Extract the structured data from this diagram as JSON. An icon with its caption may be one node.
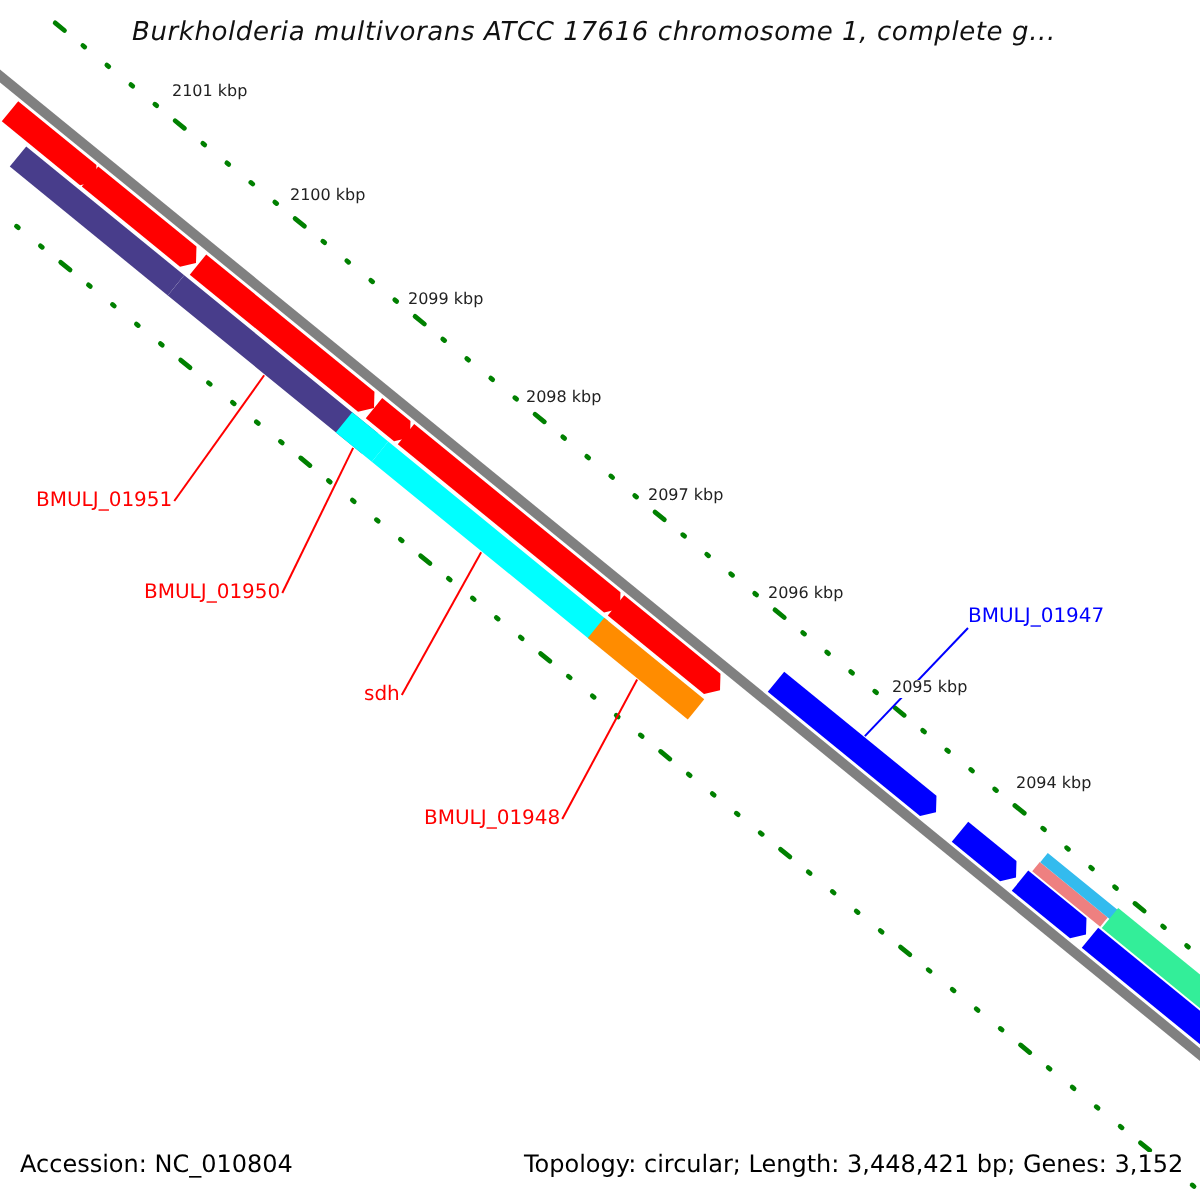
{
  "diagram": {
    "title": "Burkholderia multivorans ATCC 17616 chromosome 1, complete g...",
    "nodes": [
      {
        "text": [
          "BMULJ_01951"
        ]
      },
      {
        "text": [
          "BMULJ_01950"
        ]
      },
      {
        "text": [
          "sdh"
        ]
      },
      {
        "text": [
          "BMULJ_01948"
        ]
      },
      {
        "text": [
          "BMULJ_01947"
        ]
      },
      {
        "text": [],
        "shape": "bar"
      },
      {
        "text": [],
        "shape": "arrow"
      },
      {
        "text": [],
        "shape": "arrow"
      },
      {
        "text": [],
        "shape": "bar"
      },
      {
        "text": [],
        "shape": "arrow"
      },
      {
        "text": [],
        "shape": "bar"
      },
      {
        "text": [],
        "shape": "arrow"
      },
      {
        "text": [],
        "shape": "bar"
      },
      {
        "text": [],
        "shape": "arrow"
      },
      {
        "text": [],
        "shape": "bar"
      },
      {
        "text": [],
        "shape": "arrow"
      },
      {
        "text": [],
        "shape": "arrow"
      },
      {
        "text": [],
        "shape": "arrow"
      },
      {
        "text": [],
        "shape": "arrow"
      },
      {
        "text": [],
        "shape": "bar"
      },
      {
        "text": [],
        "shape": "bar"
      },
      {
        "text": [],
        "shape": "arrow"
      },
      {
        "text": [],
        "shape": "bar"
      }
    ],
    "edges": [
      {
        "from": 0,
        "to": 8,
        "arrow": "none"
      },
      {
        "from": 1,
        "to": 10,
        "arrow": "none"
      },
      {
        "from": 2,
        "to": 12,
        "arrow": "none"
      },
      {
        "from": 3,
        "to": 14,
        "arrow": "none"
      },
      {
        "from": 4,
        "to": 16,
        "arrow": "none",
        "color": "#0000ff"
      }
    ],
    "labels": [
      "2101 kbp",
      "2100 kbp",
      "2099 kbp",
      "2098 kbp",
      "2097 kbp",
      "2096 kbp",
      "2095 kbp",
      "2094 kbp",
      "Accession: NC_010804",
      "Topology: circular; Length: 3,448,421 bp; Genes: 3,152"
    ]
  }
}
